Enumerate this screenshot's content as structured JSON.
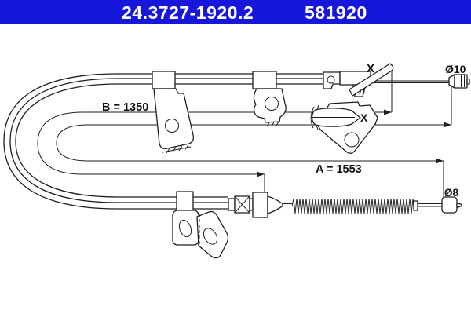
{
  "header": {
    "catalog_number": "24.3727-1920.2",
    "part_number": "581920"
  },
  "diagram": {
    "dimension_b": "B = 1350",
    "dimension_a": "A = 1553",
    "fixpoint_top": "X",
    "fixpoint_mid": "X",
    "diameter_top_end": "Ø10",
    "diameter_bottom_end": "Ø8"
  },
  "colors": {
    "header_bg": "#1717db",
    "header_text": "#ffffff",
    "drawing_line": "#1e1e1e",
    "background": "#ffffff"
  }
}
